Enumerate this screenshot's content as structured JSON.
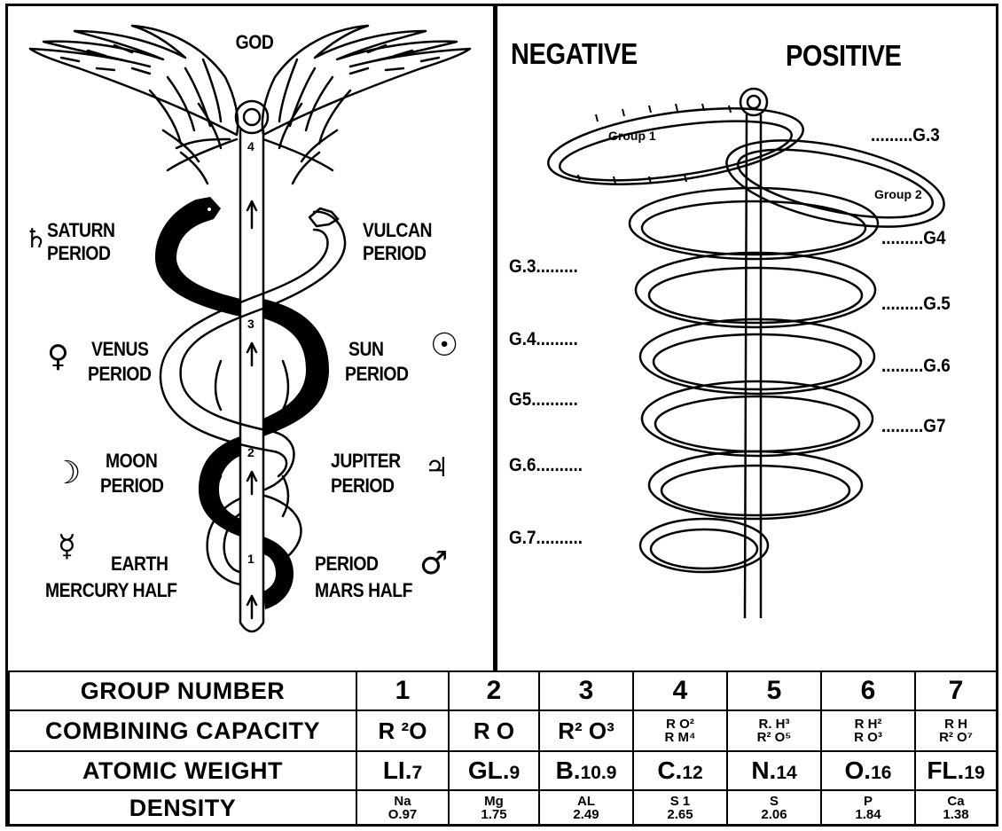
{
  "left_panel": {
    "top_label": "GOD",
    "stage_numbers": [
      "4",
      "3",
      "2",
      "1"
    ],
    "periods": {
      "saturn": {
        "symbol": "♄",
        "line1": "SATURN",
        "line2": "PERIOD"
      },
      "vulcan": {
        "line1": "VULCAN",
        "line2": "PERIOD"
      },
      "venus": {
        "symbol": "♀",
        "line1": "VENUS",
        "line2": "PERIOD"
      },
      "sun": {
        "symbol": "☉",
        "line1": "SUN",
        "line2": "PERIOD"
      },
      "moon": {
        "symbol": "☽",
        "line1": "MOON",
        "line2": "PERIOD"
      },
      "jupiter": {
        "symbol": "♃",
        "line1": "JUPITER",
        "line2": "PERIOD"
      },
      "earth_mercury": {
        "symbol": "☿",
        "line1": "EARTH",
        "line2": "MERCURY HALF"
      },
      "earth_mars": {
        "symbol": "♂",
        "line1": "PERIOD",
        "line2": "MARS HALF"
      }
    }
  },
  "right_panel": {
    "negative_label": "NEGATIVE",
    "positive_label": "POSITIVE",
    "group1_label": "Group 1",
    "group2_label": "Group 2",
    "left_markers": [
      "G.3.........",
      "G.4.........",
      "G5..........",
      "G.6..........",
      "G.7.........."
    ],
    "right_markers": [
      ".........G.3",
      ".........G4",
      ".........G.5",
      ".........G.6",
      ".........G7"
    ]
  },
  "table": {
    "rows": [
      {
        "label": "GROUP NUMBER",
        "cells": [
          "1",
          "2",
          "3",
          "4",
          "5",
          "6",
          "7"
        ]
      },
      {
        "label": "COMBINING CAPACITY",
        "cells": [
          {
            "l1": "R ²O"
          },
          {
            "l1": "R O"
          },
          {
            "l1": "R² O³"
          },
          {
            "l1": "R  O²",
            "l2": "R  M⁴"
          },
          {
            "l1": "R.  H³",
            "l2": "R²  O⁵"
          },
          {
            "l1": "R    H²",
            "l2": "R    O³"
          },
          {
            "l1": "R     H",
            "l2": "R²  O⁷"
          }
        ]
      },
      {
        "label": "ATOMIC WEIGHT",
        "cells": [
          {
            "el": "LI.",
            "w": "7"
          },
          {
            "el": "GL.",
            "w": "9"
          },
          {
            "el": "B.",
            "w": "10.9"
          },
          {
            "el": "C.",
            "w": "12"
          },
          {
            "el": "N.",
            "w": "14"
          },
          {
            "el": "O.",
            "w": "16"
          },
          {
            "el": "FL.",
            "w": "19"
          }
        ]
      },
      {
        "label": "DENSITY",
        "cells": [
          {
            "el": "Na",
            "d": "O.97"
          },
          {
            "el": "Mg",
            "d": "1.75"
          },
          {
            "el": "AL",
            "d": "2.49"
          },
          {
            "el": "S 1",
            "d": "2.65"
          },
          {
            "el": "S",
            "d": "2.06"
          },
          {
            "el": "P",
            "d": "1.84"
          },
          {
            "el": "Ca",
            "d": "1.38"
          }
        ]
      }
    ]
  }
}
